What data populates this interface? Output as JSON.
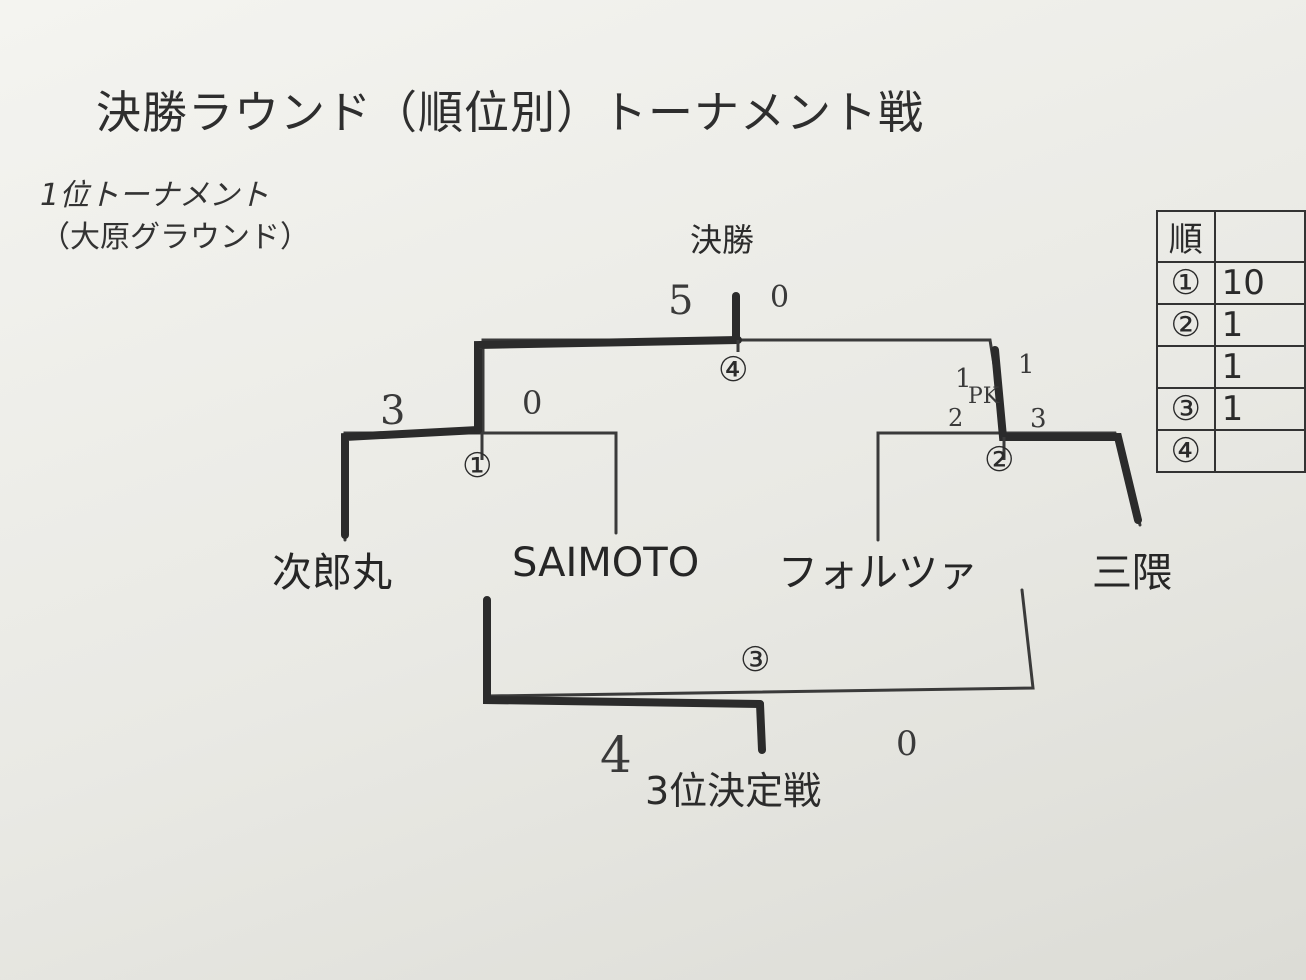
{
  "header": {
    "title": "決勝ラウンド（順位別）トーナメント戦",
    "subtitle_line1": "1位トーナメント",
    "subtitle_line2": "（大原グラウンド）"
  },
  "bracket": {
    "final_label": "決勝",
    "third_place_label": "3位決定戦",
    "match_numbers": [
      "①",
      "②",
      "③",
      "④"
    ],
    "teams": [
      "次郎丸",
      "SAIMOTO",
      "フォルツァ",
      "三隈"
    ]
  },
  "scores": {
    "final": {
      "left": "5",
      "right": "0"
    },
    "semi1": {
      "left": "3",
      "right": "0"
    },
    "semi2": {
      "left": "1",
      "right": "1",
      "pk_text": "PK",
      "pk_left": "2",
      "pk_right": "3"
    },
    "third": {
      "left": "4",
      "right": "0"
    }
  },
  "side_table": {
    "header": "順",
    "rows": [
      {
        "rank": "①",
        "value": "10"
      },
      {
        "rank": "②",
        "value": "1"
      },
      {
        "rank": "",
        "value": "1"
      },
      {
        "rank": "③",
        "value": "1"
      },
      {
        "rank": "④",
        "value": ""
      }
    ]
  }
}
